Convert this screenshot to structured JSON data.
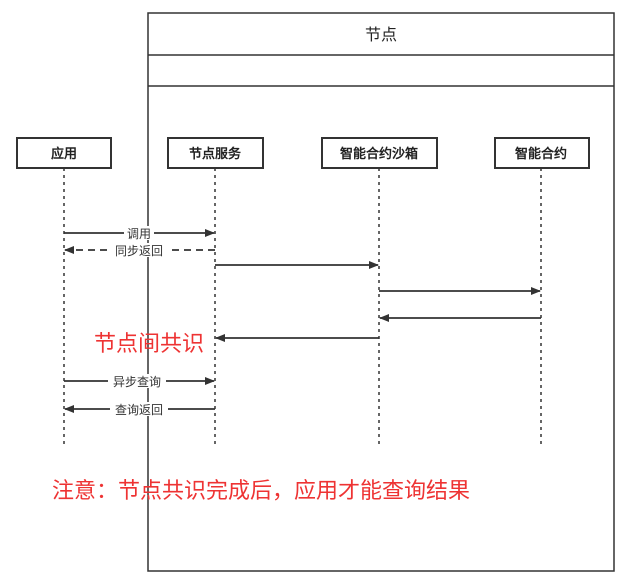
{
  "node_box": {
    "title": "节点"
  },
  "actors": [
    {
      "label": "应用"
    },
    {
      "label": "节点服务"
    },
    {
      "label": "智能合约沙箱"
    },
    {
      "label": "智能合约"
    }
  ],
  "messages": [
    {
      "label": "调用"
    },
    {
      "label": "同步返回"
    },
    {
      "label": ""
    },
    {
      "label": ""
    },
    {
      "label": ""
    },
    {
      "label": ""
    },
    {
      "label": "异步查询"
    },
    {
      "label": "查询返回"
    }
  ],
  "annotations": {
    "consensus": "节点间共识",
    "note": "注意：节点共识完成后，应用才能查询结果"
  }
}
